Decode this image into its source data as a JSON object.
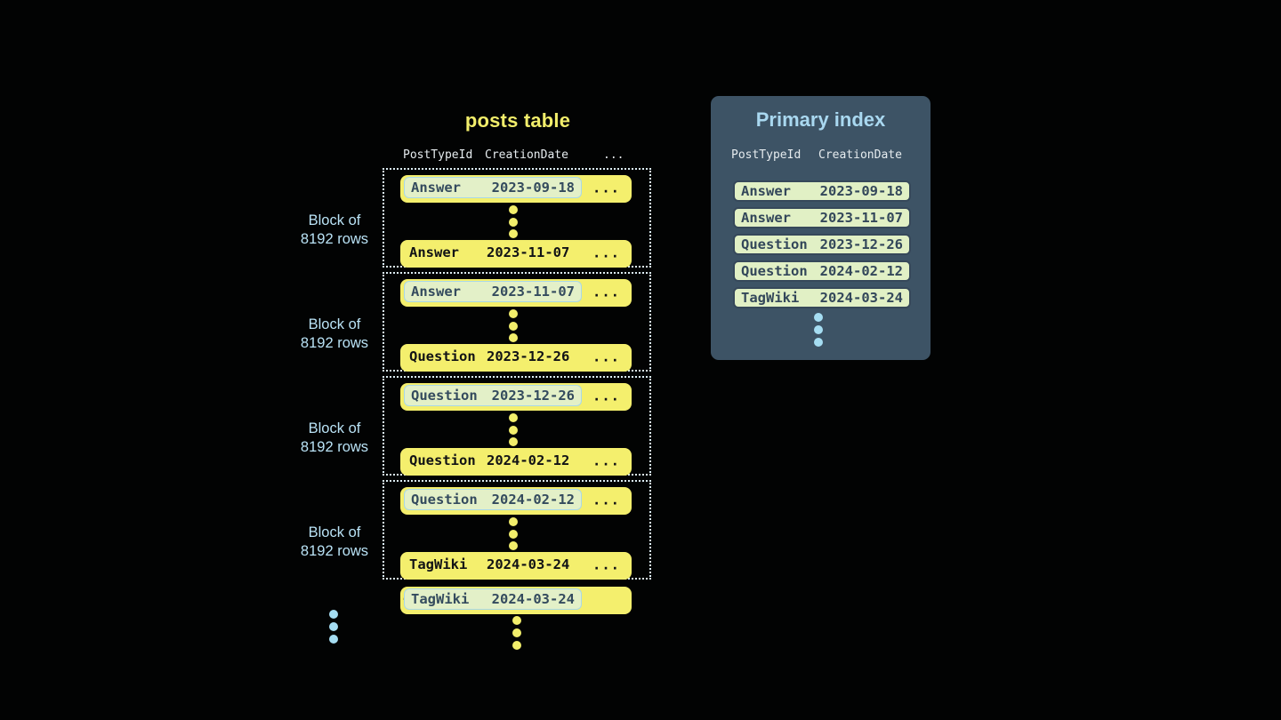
{
  "colors": {
    "background": "#020303",
    "row_yellow": "#f4ef6d",
    "accent_yellow": "#f2ee6b",
    "highlight_box_bg": "#e3f0c8",
    "highlight_box_border": "#a9d8e8",
    "dark_slate_text": "#344b5e",
    "panel_bg": "#3d5365",
    "panel_title": "#a9d8f0",
    "light_blue": "#a5ddf2",
    "dotted_border": "#dceef5"
  },
  "posts_table": {
    "title": "posts table",
    "headers": {
      "col1": "PostTypeId",
      "col2": "CreationDate",
      "col3": "..."
    },
    "block_label_line1": "Block of",
    "block_label_line2": "8192 rows",
    "ellipsis": "...",
    "blocks": [
      {
        "first": {
          "type": "Answer",
          "date": "2023-09-18"
        },
        "last": {
          "type": "Answer",
          "date": "2023-11-07"
        }
      },
      {
        "first": {
          "type": "Answer",
          "date": "2023-11-07"
        },
        "last": {
          "type": "Question",
          "date": "2023-12-26"
        }
      },
      {
        "first": {
          "type": "Question",
          "date": "2023-12-26"
        },
        "last": {
          "type": "Question",
          "date": "2024-02-12"
        }
      },
      {
        "first": {
          "type": "Question",
          "date": "2024-02-12"
        },
        "last": {
          "type": "TagWiki",
          "date": "2024-03-24"
        }
      }
    ],
    "tail_row": {
      "type": "TagWiki",
      "date": "2024-03-24"
    }
  },
  "primary_index": {
    "title": "Primary index",
    "headers": {
      "col1": "PostTypeId",
      "col2": "CreationDate"
    },
    "rows": [
      {
        "type": "Answer",
        "date": "2023-09-18"
      },
      {
        "type": "Answer",
        "date": "2023-11-07"
      },
      {
        "type": "Question",
        "date": "2023-12-26"
      },
      {
        "type": "Question",
        "date": "2024-02-12"
      },
      {
        "type": "TagWiki",
        "date": "2024-03-24"
      }
    ]
  }
}
